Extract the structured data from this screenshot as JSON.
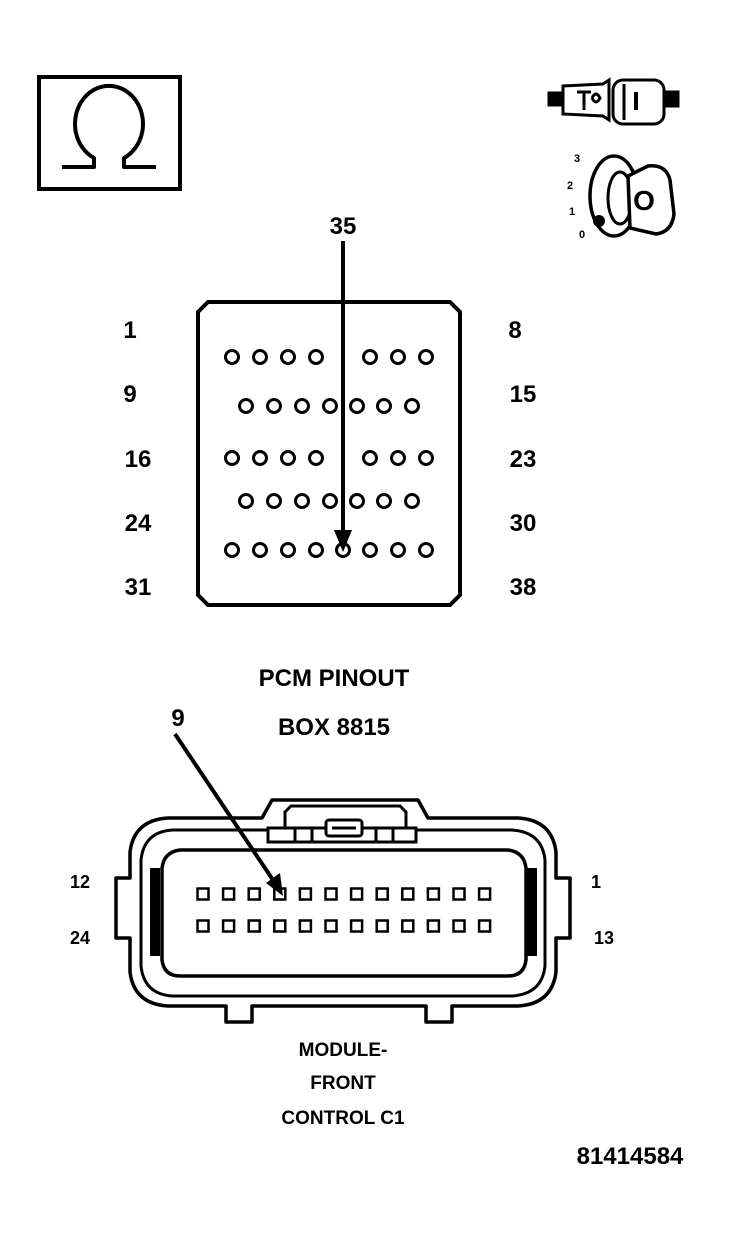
{
  "meter_symbol": "ohm-icon",
  "ignition": {
    "symbol": "ignition-key-icon",
    "key_letter": "O",
    "positions": [
      "3",
      "2",
      "1",
      "0"
    ]
  },
  "connector_icon": "connector-icon",
  "pcm": {
    "probe_pin": "35",
    "row_labels_left": [
      "1",
      "9",
      "16",
      "24",
      "31"
    ],
    "row_labels_right": [
      "8",
      "15",
      "23",
      "30",
      "38"
    ],
    "title_line1": "PCM PINOUT",
    "title_line2": "BOX 8815"
  },
  "module": {
    "probe_pin": "9",
    "label_12": "12",
    "label_24": "24",
    "label_1": "1",
    "label_13": "13",
    "title_line1": "MODULE-",
    "title_line2": "FRONT",
    "title_line3": "CONTROL C1"
  },
  "figure_id": "81414584"
}
